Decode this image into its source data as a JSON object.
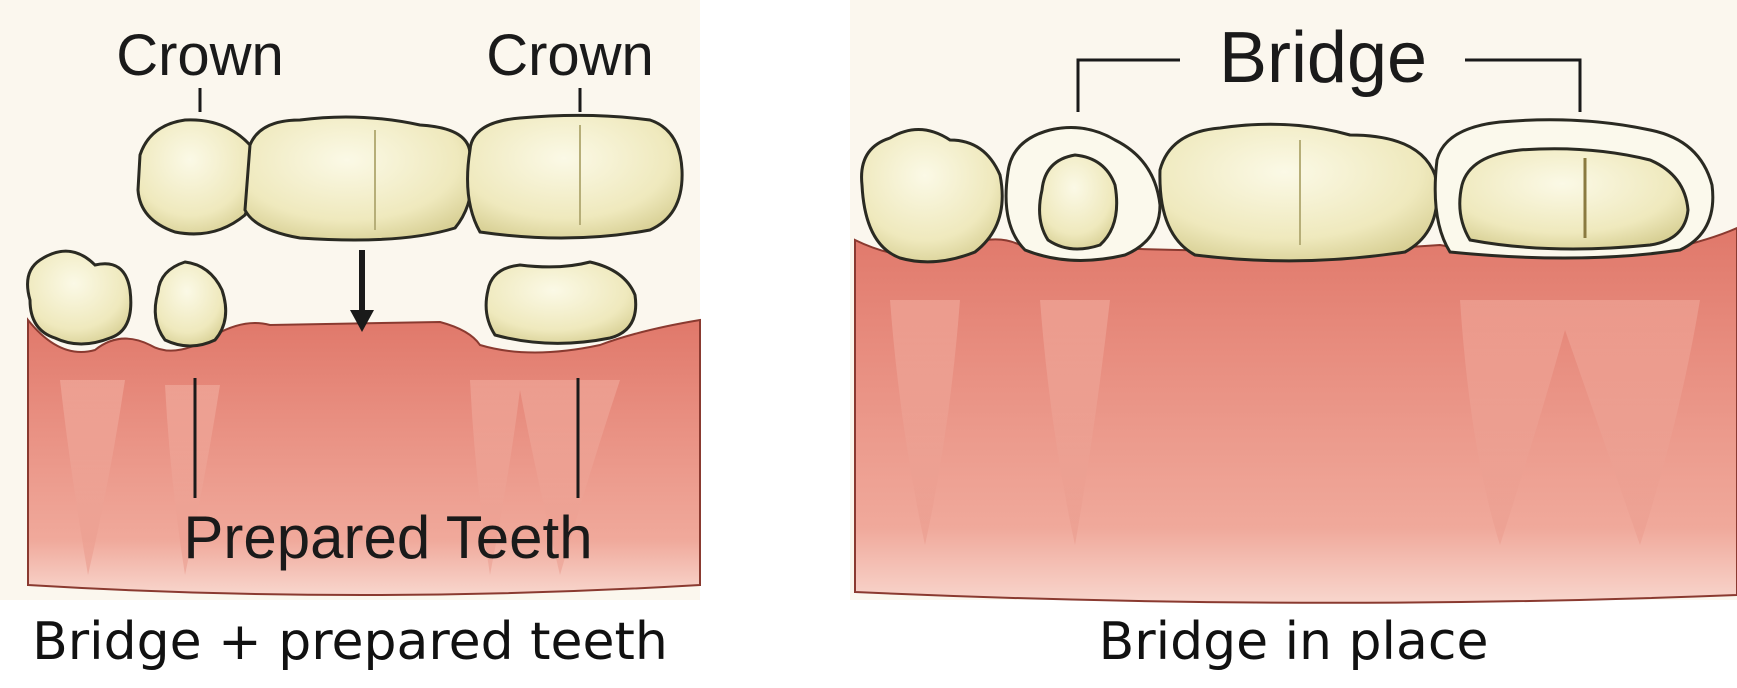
{
  "left_panel": {
    "crown_label_1": "Crown",
    "crown_label_2": "Crown",
    "prepared_label": "Prepared Teeth",
    "caption": "Bridge + prepared teeth"
  },
  "right_panel": {
    "bridge_label": "Bridge",
    "caption": "Bridge in place"
  },
  "colors": {
    "gum": "#e48777",
    "gum_light": "#f2b4a6",
    "tooth": "#f3f0c8",
    "tooth_shade": "#d9d39a",
    "outline": "#2a2a22",
    "panel_bg": "#fbf7ee"
  }
}
